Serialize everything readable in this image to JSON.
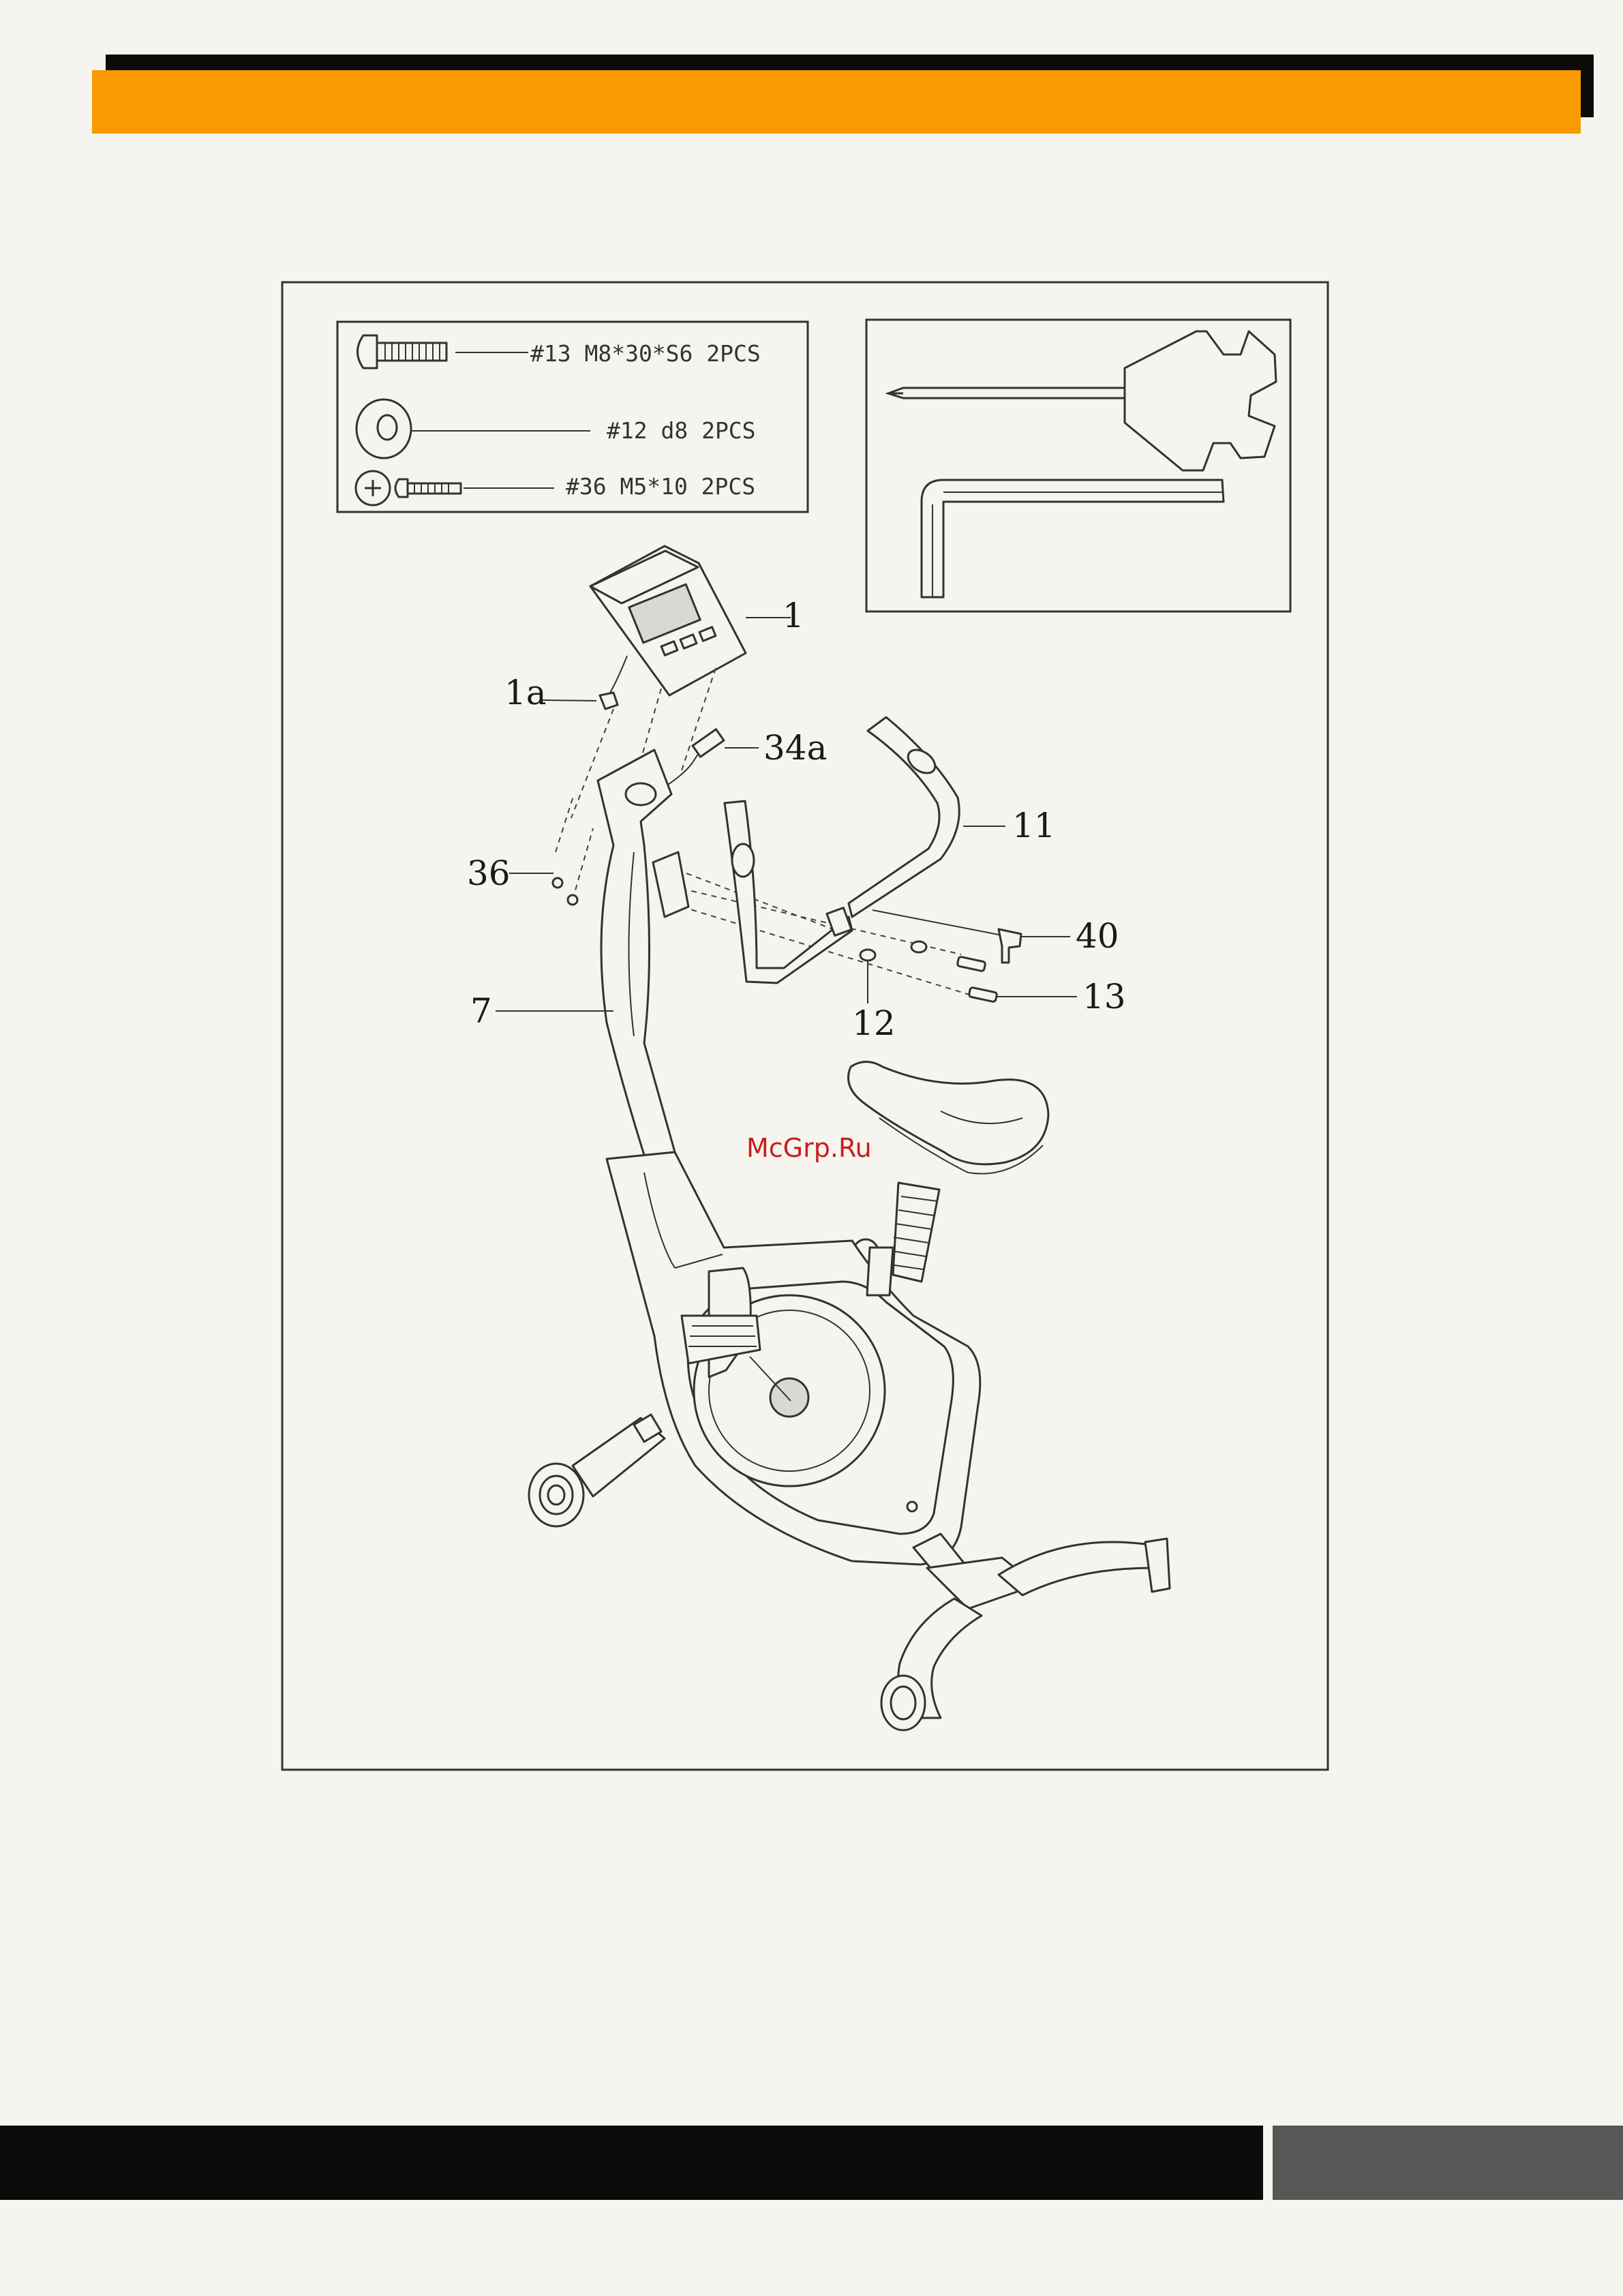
{
  "colors": {
    "header_bar": "#fa9a03",
    "header_shadow": "#0b0b0b",
    "footer_bar": "#0b0b0b",
    "footer_page_tab": "#575757",
    "watermark": "#c81e1e"
  },
  "hardware": [
    {
      "label": "#13 M8*30*S6 2PCS",
      "icon": "bolt-icon"
    },
    {
      "label": "#12 d8 2PCS",
      "icon": "washer-icon"
    },
    {
      "label": "#36 M5*10 2PCS",
      "icon": "screw-icon"
    }
  ],
  "tools": [
    {
      "name": "multi-wrench-screwdriver"
    },
    {
      "name": "allen-key"
    }
  ],
  "parts": {
    "console": "1",
    "console_plug": "1a",
    "sensor_wire": "34a",
    "console_screw": "36",
    "handlebar": "11",
    "pulse_wire": "40",
    "upright_post": "7",
    "washer": "12",
    "bolt": "13"
  },
  "watermark": "McGrp.Ru"
}
